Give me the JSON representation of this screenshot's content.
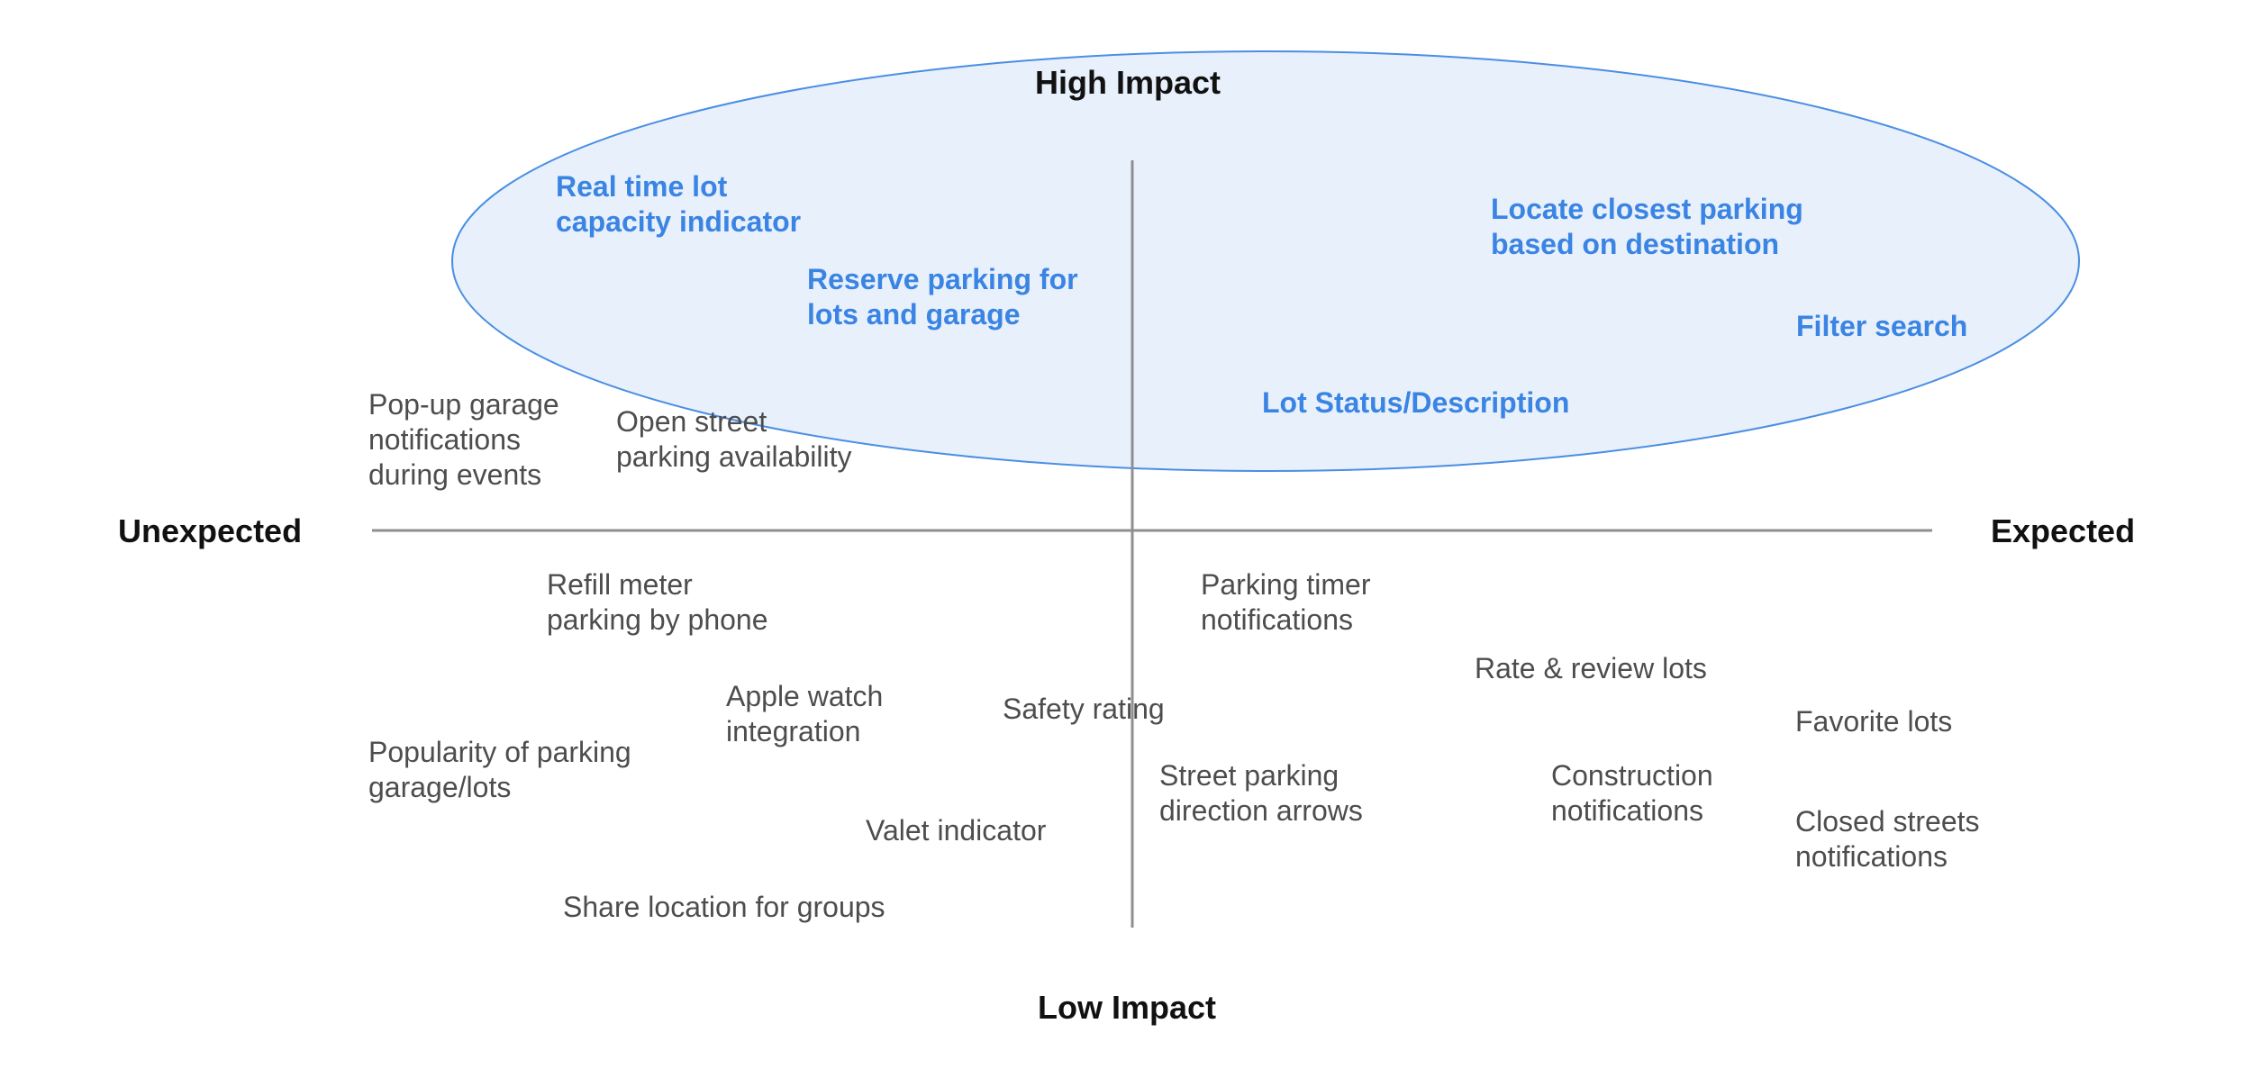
{
  "colors": {
    "high_text": "#3a84e3",
    "low_text": "#4d4d4d",
    "axis_text": "#111111",
    "axis_line": "#8f8f8f",
    "ellipse_fill": "#e8f0fc",
    "ellipse_stroke": "#4a8ee4"
  },
  "axes": {
    "top": "High Impact",
    "bottom": "Low Impact",
    "left": "Unexpected",
    "right": "Expected"
  },
  "high_impact_items": [
    {
      "text": "Real time lot\ncapacity indicator"
    },
    {
      "text": "Reserve parking for\nlots and garage"
    },
    {
      "text": "Locate closest parking\nbased on destination"
    },
    {
      "text": "Filter search"
    },
    {
      "text": "Lot Status/Description"
    }
  ],
  "other_items": [
    {
      "text": "Pop-up garage\nnotifications\nduring events"
    },
    {
      "text": "Open street\nparking availability"
    },
    {
      "text": "Refill meter\nparking by phone"
    },
    {
      "text": "Parking timer\nnotifications"
    },
    {
      "text": "Rate & review lots"
    },
    {
      "text": "Apple watch\nintegration"
    },
    {
      "text": "Safety rating"
    },
    {
      "text": "Favorite lots"
    },
    {
      "text": "Popularity of parking\ngarage/lots"
    },
    {
      "text": "Street parking\ndirection arrows"
    },
    {
      "text": "Construction\nnotifications"
    },
    {
      "text": "Valet indicator"
    },
    {
      "text": "Closed streets\nnotifications"
    },
    {
      "text": "Share location for groups"
    }
  ]
}
